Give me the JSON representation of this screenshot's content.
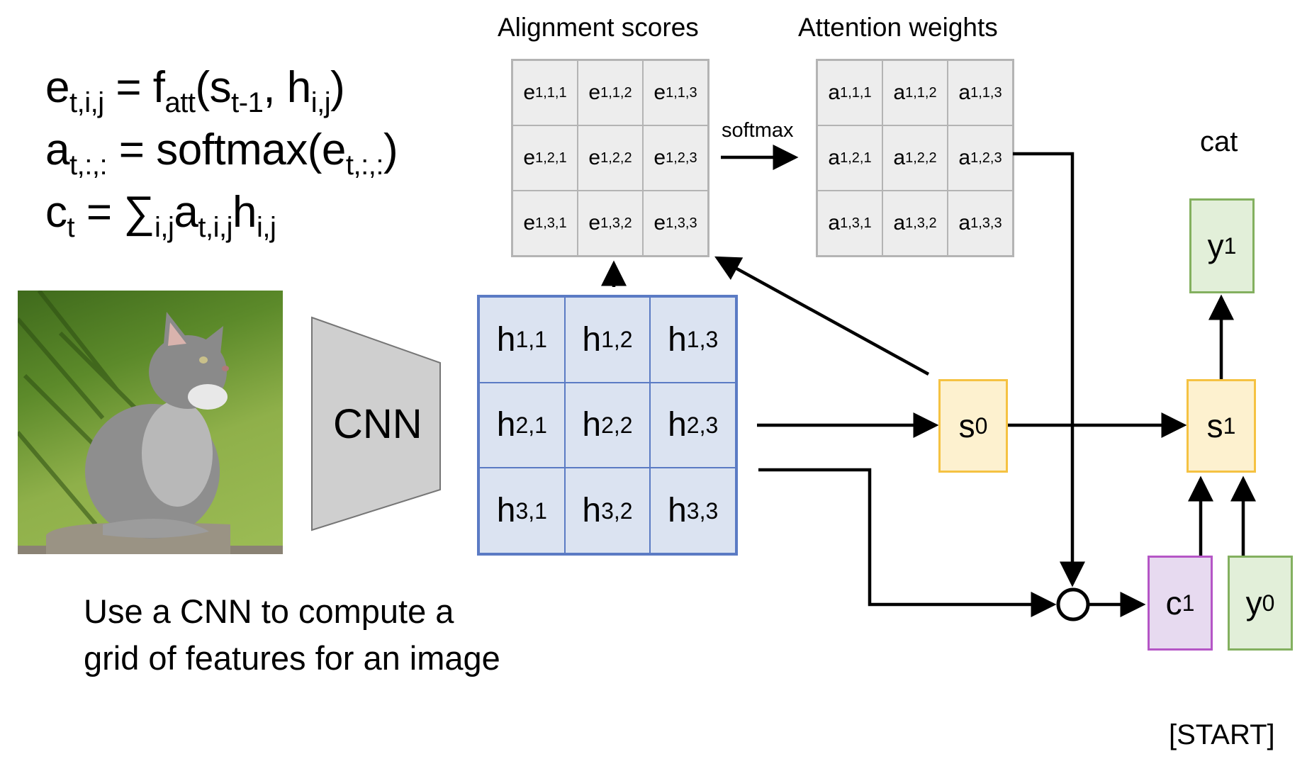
{
  "equations": [
    {
      "base": "e",
      "sub": "t,i,j",
      "rest": [
        {
          "t": " = f"
        },
        {
          "sub": "att"
        },
        {
          "t": "(s"
        },
        {
          "sub": "t-1"
        },
        {
          "t": ", h"
        },
        {
          "sub": "i,j"
        },
        {
          "t": ")"
        }
      ]
    },
    {
      "base": "a",
      "sub": "t,:,:",
      "rest": [
        {
          "t": " = softmax(e"
        },
        {
          "sub": "t,:,:"
        },
        {
          "t": ")"
        }
      ]
    },
    {
      "base": "c",
      "sub": "t",
      "rest": [
        {
          "t": " = ∑"
        },
        {
          "sub": "i,j"
        },
        {
          "t": "a"
        },
        {
          "sub": "t,i,j"
        },
        {
          "t": "h"
        },
        {
          "sub": "i,j"
        }
      ]
    }
  ],
  "alignment": {
    "title": "Alignment scores",
    "symbol": "e",
    "cells": [
      "1,1,1",
      "1,1,2",
      "1,1,3",
      "1,2,1",
      "1,2,2",
      "1,2,3",
      "1,3,1",
      "1,3,2",
      "1,3,3"
    ]
  },
  "attention": {
    "title": "Attention weights",
    "symbol": "a",
    "cells": [
      "1,1,1",
      "1,1,2",
      "1,1,3",
      "1,2,1",
      "1,2,2",
      "1,2,3",
      "1,3,1",
      "1,3,2",
      "1,3,3"
    ]
  },
  "softmax_label": "softmax",
  "features": {
    "symbol": "h",
    "cells": [
      "1,1",
      "1,2",
      "1,3",
      "2,1",
      "2,2",
      "2,3",
      "3,1",
      "3,2",
      "3,3"
    ]
  },
  "cnn_label": "CNN",
  "image_alt": "kitten photo",
  "caption_lines": [
    "Use a CNN to compute a",
    "grid of features for an image"
  ],
  "nodes": {
    "s0": {
      "base": "s",
      "sub": "0"
    },
    "s1": {
      "base": "s",
      "sub": "1"
    },
    "y1": {
      "base": "y",
      "sub": "1"
    },
    "c1": {
      "base": "c",
      "sub": "1"
    },
    "y0": {
      "base": "y",
      "sub": "0"
    }
  },
  "output_word": "cat",
  "start_token": "[START]",
  "colors": {
    "state_fill": "#fdf1cf",
    "state_border": "#f5c242",
    "token_fill": "#e2efd9",
    "token_border": "#83b05f",
    "context_fill": "#e7daf0",
    "context_border": "#b556c6",
    "feature_fill": "#dbe3f1",
    "feature_border": "#5b7bc4",
    "score_fill": "#ededed",
    "score_border": "#b4b4b4"
  }
}
